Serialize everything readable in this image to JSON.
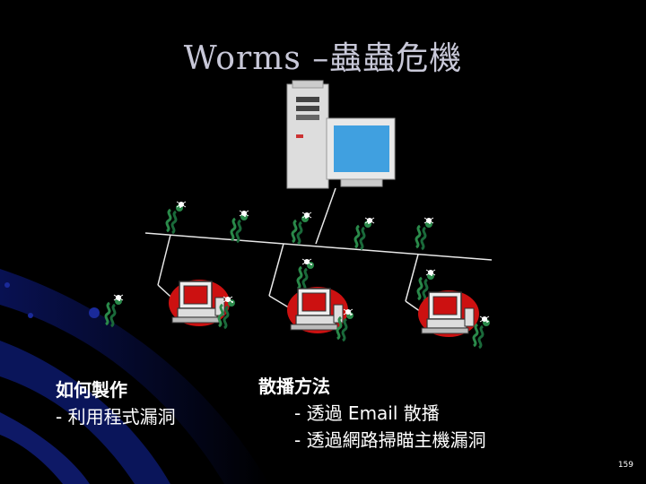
{
  "slide": {
    "title": "Worms –蟲蟲危機",
    "left_block": {
      "heading": "如何製作",
      "items": [
        "- 利用程式漏洞"
      ]
    },
    "right_block": {
      "heading": "散播方法",
      "items": [
        "- 透過  Email 散播",
        "- 透過網路掃瞄主機漏洞"
      ]
    },
    "page_number": "159"
  },
  "colors": {
    "background": "#000000",
    "title": "#c8c8d8",
    "text": "#ffffff",
    "accent_blue": "#1a2a8a",
    "computer_red": "#cc1111"
  },
  "icons": [
    "server-icon",
    "monitor-icon",
    "worm-icon",
    "infected-computer-icon",
    "bug-icon"
  ]
}
